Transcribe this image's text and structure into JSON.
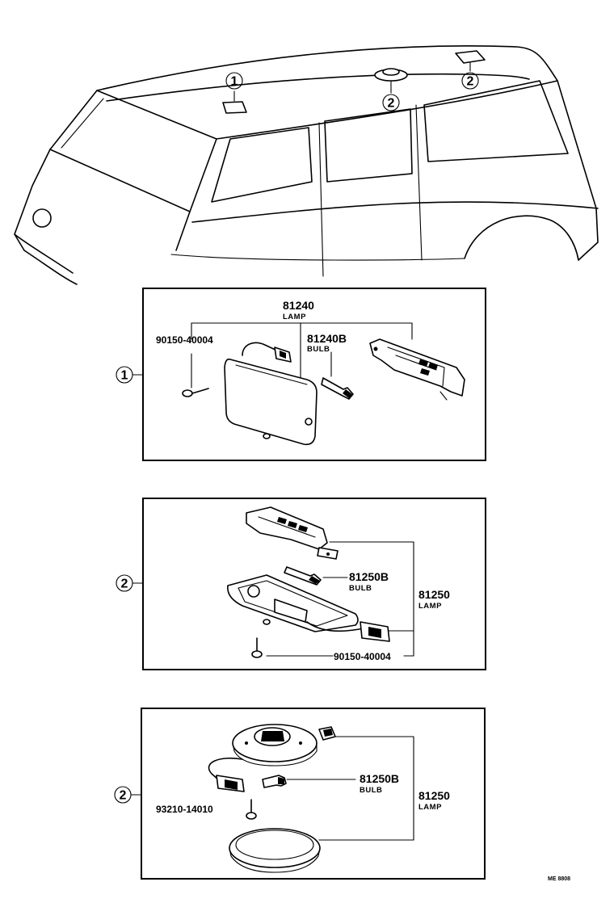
{
  "callouts": {
    "one": "1",
    "two": "2"
  },
  "panel1": {
    "lamp_part_no": "81240",
    "lamp_name": "LAMP",
    "bulb_part_no": "81240B",
    "bulb_name": "BULB",
    "screw_part_no": "90150-40004"
  },
  "panel2": {
    "bulb_part_no": "81250B",
    "bulb_name": "BULB",
    "lamp_part_no": "81250",
    "lamp_name": "LAMP",
    "screw_part_no": "90150-40004"
  },
  "panel3": {
    "bulb_part_no": "81250B",
    "bulb_name": "BULB",
    "lamp_part_no": "81250",
    "lamp_name": "LAMP",
    "screw_part_no": "93210-14010"
  },
  "reference_code": "ME 8808"
}
